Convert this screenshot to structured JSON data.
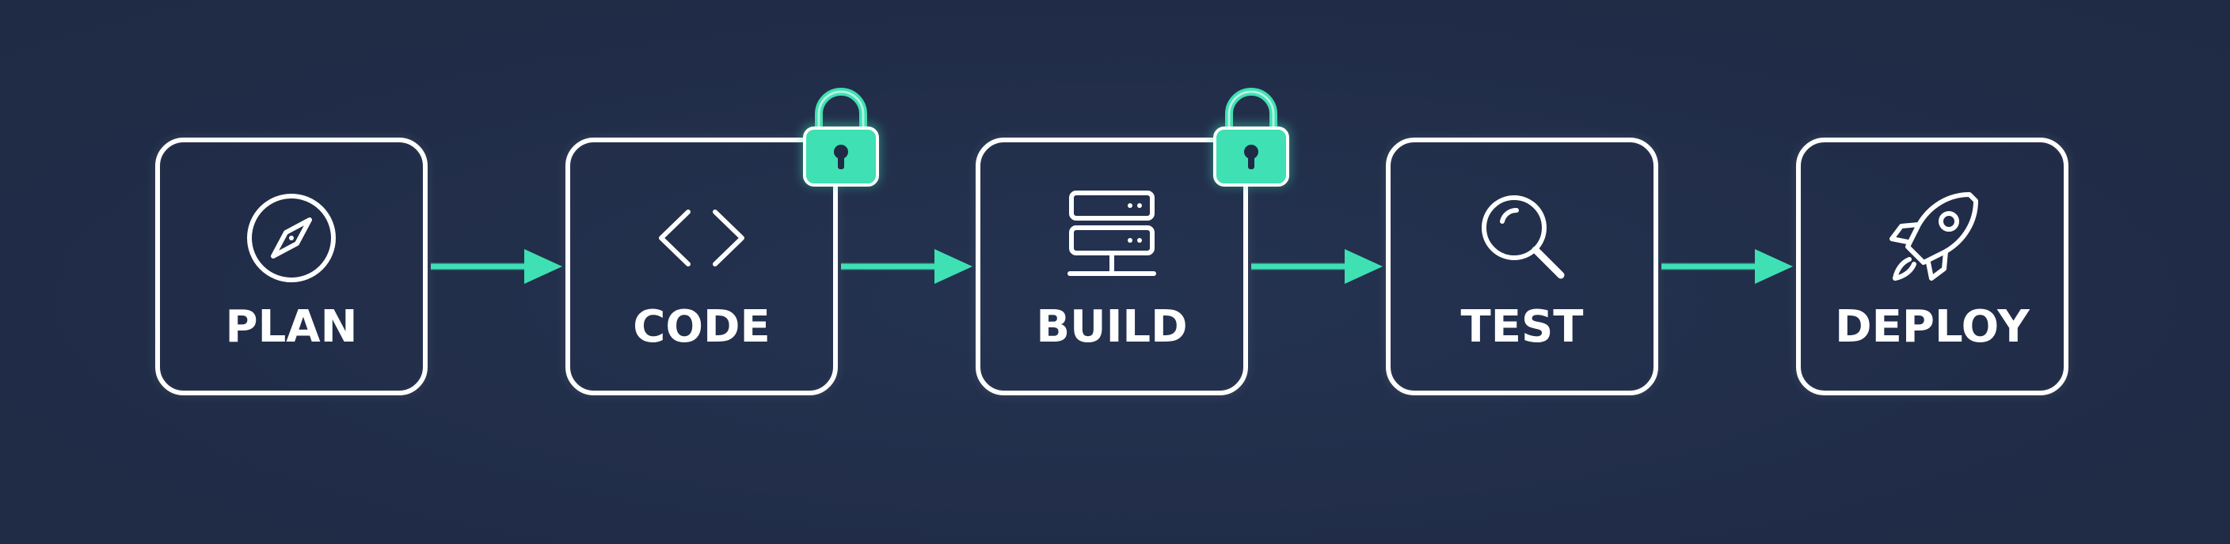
{
  "colors": {
    "background": "#222f4b",
    "box_border": "#ffffff",
    "label": "#ffffff",
    "accent": "#3fe0b4"
  },
  "pipeline": {
    "stages": [
      {
        "label": "PLAN",
        "icon": "compass-icon"
      },
      {
        "label": "CODE",
        "icon": "code-brackets-icon"
      },
      {
        "label": "BUILD",
        "icon": "server-stack-icon"
      },
      {
        "label": "TEST",
        "icon": "magnifier-icon"
      },
      {
        "label": "DEPLOY",
        "icon": "rocket-icon"
      }
    ],
    "connectors": [
      {
        "from": "PLAN",
        "to": "CODE",
        "icon": "arrow-right-icon"
      },
      {
        "from": "CODE",
        "to": "BUILD",
        "icon": "arrow-right-icon"
      },
      {
        "from": "BUILD",
        "to": "TEST",
        "icon": "arrow-right-icon"
      },
      {
        "from": "TEST",
        "to": "DEPLOY",
        "icon": "arrow-right-icon"
      }
    ],
    "gates": [
      {
        "on_stage": "CODE",
        "icon": "padlock-icon"
      },
      {
        "on_stage": "BUILD",
        "icon": "padlock-icon"
      }
    ]
  }
}
